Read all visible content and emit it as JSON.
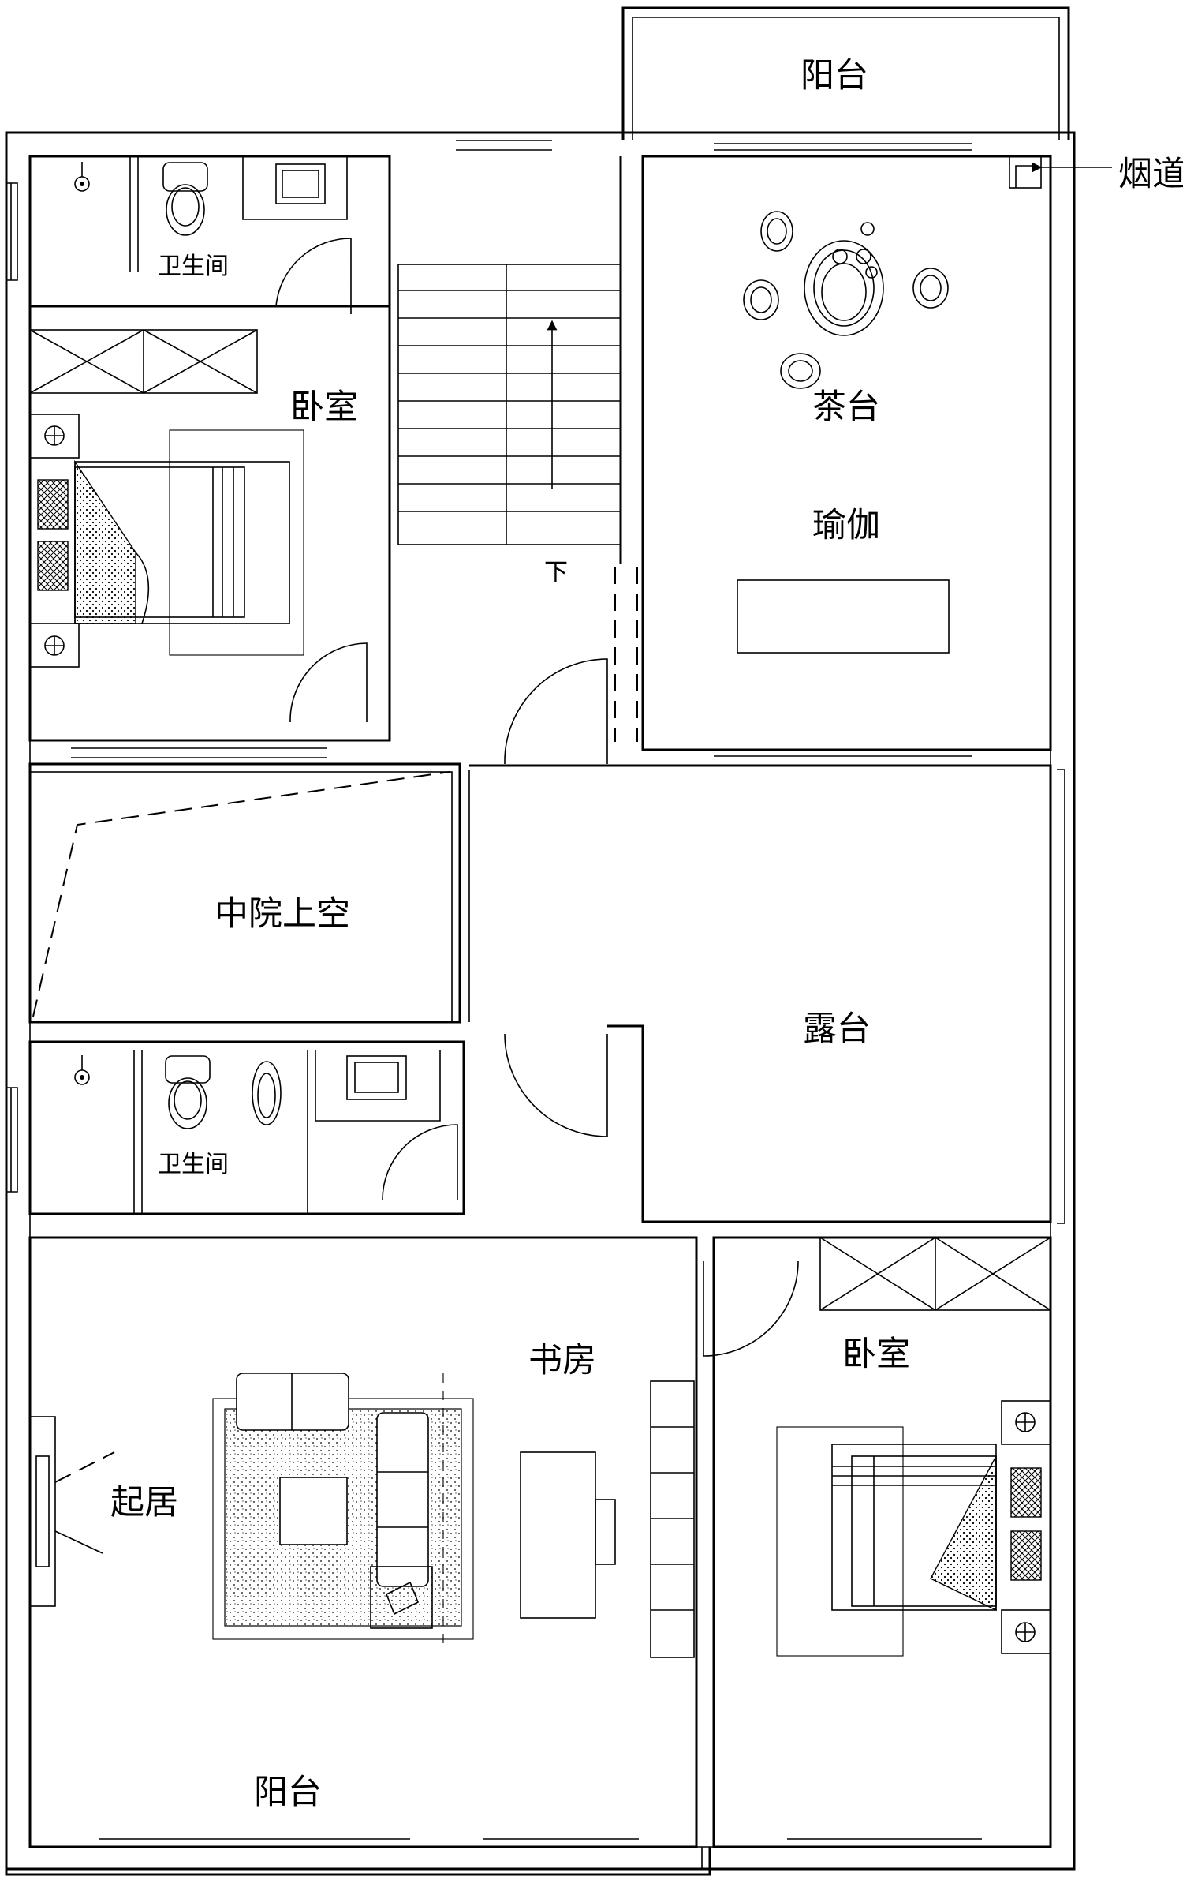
{
  "labels": {
    "balcony_top": "阳台",
    "chimney": "烟道",
    "bathroom_top": "卫生间",
    "bedroom_top": "卧室",
    "tea_table": "茶台",
    "yoga": "瑜伽",
    "stair_down": "下",
    "atrium_void": "中院上空",
    "terrace": "露台",
    "bathroom_mid": "卫生间",
    "study": "书房",
    "bedroom_bottom": "卧室",
    "living": "起居",
    "balcony_bottom": "阳台"
  }
}
